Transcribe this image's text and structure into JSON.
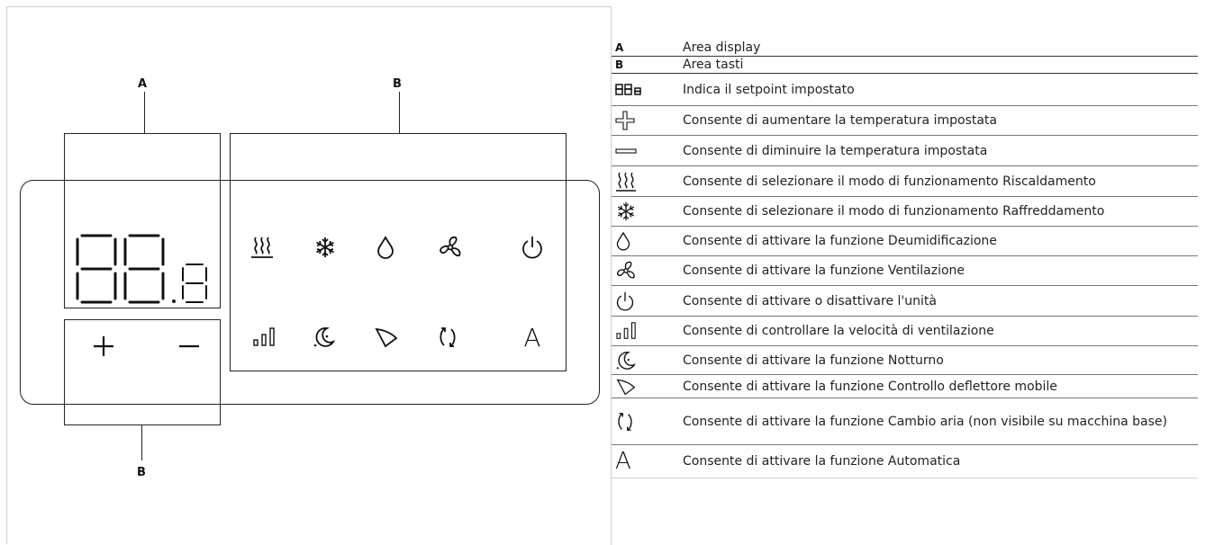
{
  "diagram": {
    "callout_display": "A",
    "callout_keys_top": "B",
    "callout_keys_bottom": "B",
    "display_digits": "88.8",
    "keys_top": [
      "heating-icon",
      "snowflake-icon",
      "drop-icon",
      "fan-icon",
      "power-icon"
    ],
    "keys_bottom": [
      "fan-speed-icon",
      "night-icon",
      "flap-icon",
      "air-exchange-icon",
      "auto-icon"
    ],
    "plus_label": "+",
    "minus_label": "—",
    "auto_label": "A"
  },
  "legend": {
    "rows": [
      {
        "key": "A",
        "text": "Area display"
      },
      {
        "key": "B",
        "text": "Area tasti"
      },
      {
        "icon": "setpoint-display-icon",
        "text": "Indica il setpoint impostato"
      },
      {
        "icon": "plus-icon",
        "text": "Consente di aumentare la temperatura impostata"
      },
      {
        "icon": "minus-icon",
        "text": "Consente di diminuire la temperatura impostata"
      },
      {
        "icon": "heating-icon",
        "text": "Consente di selezionare il modo di funzionamento Riscaldamento"
      },
      {
        "icon": "snowflake-icon",
        "text": "Consente di selezionare il modo di funzionamento Raffreddamento"
      },
      {
        "icon": "drop-icon",
        "text": "Consente di attivare la funzione Deumidificazione"
      },
      {
        "icon": "fan-icon",
        "text": "Consente di attivare la funzione Ventilazione"
      },
      {
        "icon": "power-icon",
        "text": "Consente di attivare o disattivare l'unità"
      },
      {
        "icon": "fan-speed-icon",
        "text": "Consente di controllare la velocità di ventilazione"
      },
      {
        "icon": "night-icon",
        "text": "Consente di attivare la funzione Notturno"
      },
      {
        "icon": "flap-icon",
        "text": "Consente di attivare la funzione Controllo deflettore mobile"
      },
      {
        "icon": "air-exchange-icon",
        "text": "Consente di attivare la funzione Cambio aria (non visibile su macchina base)"
      },
      {
        "icon": "auto-icon",
        "text": "Consente di attivare la funzione Automatica",
        "glyph": "A"
      }
    ]
  }
}
